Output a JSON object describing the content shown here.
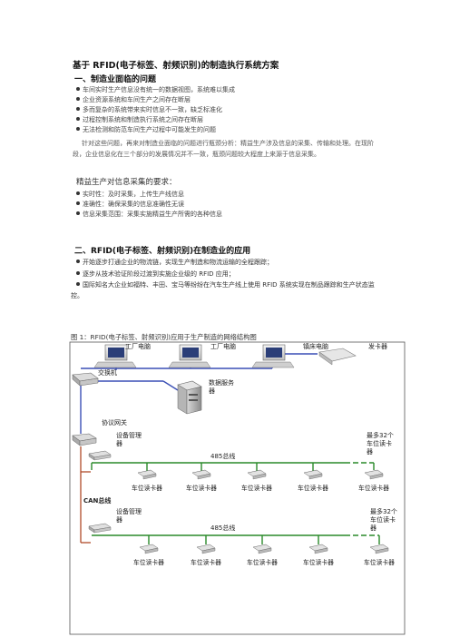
{
  "title": "基于 RFID(电子标签、射频识别)的制造执行系统方案",
  "section1": {
    "heading": "一、制造业面临的问题",
    "bullets": [
      "车间实时生产信息没有统一的数据视图，系统难以集成",
      "企业资源系统和车间生产之间存在断层",
      "多而复杂的系统带来实时信息不一致，缺乏标准化",
      "过程控制系统和制造执行系统之间存在断层",
      "无法检测和防范车间生产过程中可能发生的问题"
    ],
    "paragraph": "针对这些问题，再来对制造业面临的问题进行瓶颈分析：精益生产涉及信息的采集、传输和处理。在现阶段，企业信息化在三个部分的发展情况并不一致，瓶颈问题较大程度上来源于信息采集。",
    "sub_heading": "精益生产对信息采集的要求：",
    "sub_bullets": [
      "实时性：及时采集，上传生产线信息",
      "准确性：确保采集的信息准确性无误",
      "信息采集范围：采集实施精益生产所需的各种信息"
    ]
  },
  "section2": {
    "heading": "二、RFID(电子标签、射频识别)在制造业的应用",
    "bullets": [
      "开始逐步打通企业的物流链，实现生产制造和物流运输的全程跟踪；",
      "逐步从技术验证阶段过渡到实施企业级的 RFID 应用；",
      "国际知名大企业如福特、丰田、宝马等纷纷在汽车生产线上使用 RFID 系统实现在制品跟踪和生产状态监控。"
    ]
  },
  "figure": {
    "caption": "图 1：RFID(电子标签、射频识别)应用于生产制造的网络结构图",
    "labels": {
      "factory_pc_1": "工厂电脑",
      "factory_pc_2": "工厂电脑",
      "lathe_pc": "镇床电脑",
      "card_issuer": "发卡器",
      "switch": "交换机",
      "db_server": "数据服务器",
      "gateway": "协议网关",
      "device_manager_1": "设备管理器",
      "device_manager_2": "设备管理器",
      "bus_485_1": "485总线",
      "bus_485_2": "485总线",
      "can_bus": "CAN总线",
      "max_readers_1": "最多32个车位读卡器",
      "max_readers_2": "最多32个车位读卡器",
      "reader": "车位读卡器"
    },
    "colors": {
      "ethernet": "#3a4fb5",
      "bus485": "#2a8a2a",
      "can": "#b04a2a"
    }
  }
}
